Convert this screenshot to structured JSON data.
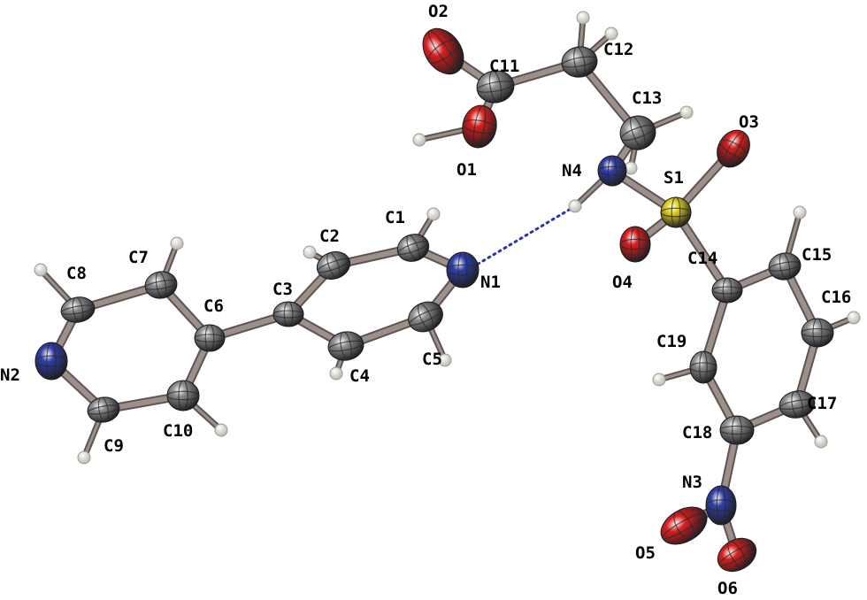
{
  "colors": {
    "background": "#ffffff",
    "carbon": "#8e8e90",
    "nitrogen": "#2f3fa8",
    "oxygen": "#d81e1e",
    "sulfur": "#e2d21c",
    "hydrogen": "#e8e8e2",
    "bond": "#9d8f8a",
    "bond_dark": "#5e5452",
    "hbond": "#2a35a8",
    "label": "#000000"
  },
  "molecule": {
    "atoms": [
      {
        "id": "C1",
        "label": "C1",
        "element": "carbon"
      },
      {
        "id": "C2",
        "label": "C2",
        "element": "carbon"
      },
      {
        "id": "C3",
        "label": "C3",
        "element": "carbon"
      },
      {
        "id": "C4",
        "label": "C4",
        "element": "carbon"
      },
      {
        "id": "C5",
        "label": "C5",
        "element": "carbon"
      },
      {
        "id": "C6",
        "label": "C6",
        "element": "carbon"
      },
      {
        "id": "C7",
        "label": "C7",
        "element": "carbon"
      },
      {
        "id": "C8",
        "label": "C8",
        "element": "carbon"
      },
      {
        "id": "C9",
        "label": "C9",
        "element": "carbon"
      },
      {
        "id": "C10",
        "label": "C10",
        "element": "carbon"
      },
      {
        "id": "C11",
        "label": "C11",
        "element": "carbon"
      },
      {
        "id": "C12",
        "label": "C12",
        "element": "carbon"
      },
      {
        "id": "C13",
        "label": "C13",
        "element": "carbon"
      },
      {
        "id": "C14",
        "label": "C14",
        "element": "carbon"
      },
      {
        "id": "C15",
        "label": "C15",
        "element": "carbon"
      },
      {
        "id": "C16",
        "label": "C16",
        "element": "carbon"
      },
      {
        "id": "C17",
        "label": "C17",
        "element": "carbon"
      },
      {
        "id": "C18",
        "label": "C18",
        "element": "carbon"
      },
      {
        "id": "C19",
        "label": "C19",
        "element": "carbon"
      },
      {
        "id": "N1",
        "label": "N1",
        "element": "nitrogen"
      },
      {
        "id": "N2",
        "label": "N2",
        "element": "nitrogen"
      },
      {
        "id": "N3",
        "label": "N3",
        "element": "nitrogen"
      },
      {
        "id": "N4",
        "label": "N4",
        "element": "nitrogen"
      },
      {
        "id": "O1",
        "label": "O1",
        "element": "oxygen"
      },
      {
        "id": "O2",
        "label": "O2",
        "element": "oxygen"
      },
      {
        "id": "O3",
        "label": "O3",
        "element": "oxygen"
      },
      {
        "id": "O4",
        "label": "O4",
        "element": "oxygen"
      },
      {
        "id": "O5",
        "label": "O5",
        "element": "oxygen"
      },
      {
        "id": "O6",
        "label": "O6",
        "element": "oxygen"
      },
      {
        "id": "S1",
        "label": "S1",
        "element": "sulfur"
      },
      {
        "id": "H1",
        "label": "",
        "element": "hydrogen"
      },
      {
        "id": "H2",
        "label": "",
        "element": "hydrogen"
      },
      {
        "id": "H4",
        "label": "",
        "element": "hydrogen"
      },
      {
        "id": "H5",
        "label": "",
        "element": "hydrogen"
      },
      {
        "id": "H7",
        "label": "",
        "element": "hydrogen"
      },
      {
        "id": "H8",
        "label": "",
        "element": "hydrogen"
      },
      {
        "id": "H9",
        "label": "",
        "element": "hydrogen"
      },
      {
        "id": "H10",
        "label": "",
        "element": "hydrogen"
      },
      {
        "id": "H12a",
        "label": "",
        "element": "hydrogen"
      },
      {
        "id": "H12b",
        "label": "",
        "element": "hydrogen"
      },
      {
        "id": "H13a",
        "label": "",
        "element": "hydrogen"
      },
      {
        "id": "H13b",
        "label": "",
        "element": "hydrogen"
      },
      {
        "id": "HO1",
        "label": "",
        "element": "hydrogen"
      },
      {
        "id": "HN4",
        "label": "",
        "element": "hydrogen"
      },
      {
        "id": "H15",
        "label": "",
        "element": "hydrogen"
      },
      {
        "id": "H16",
        "label": "",
        "element": "hydrogen"
      },
      {
        "id": "H17",
        "label": "",
        "element": "hydrogen"
      },
      {
        "id": "H19",
        "label": "",
        "element": "hydrogen"
      }
    ],
    "bonds": [
      [
        "C1",
        "C2"
      ],
      [
        "C2",
        "C3"
      ],
      [
        "C3",
        "C4"
      ],
      [
        "C4",
        "C5"
      ],
      [
        "C5",
        "N1"
      ],
      [
        "N1",
        "C1"
      ],
      [
        "C3",
        "C6"
      ],
      [
        "C6",
        "C7"
      ],
      [
        "C7",
        "C8"
      ],
      [
        "C8",
        "N2"
      ],
      [
        "N2",
        "C9"
      ],
      [
        "C9",
        "C10"
      ],
      [
        "C10",
        "C6"
      ],
      [
        "C11",
        "O2"
      ],
      [
        "C11",
        "O1"
      ],
      [
        "C11",
        "C12"
      ],
      [
        "C12",
        "C13"
      ],
      [
        "C13",
        "N4"
      ],
      [
        "N4",
        "S1"
      ],
      [
        "S1",
        "O3"
      ],
      [
        "S1",
        "O4"
      ],
      [
        "S1",
        "C14"
      ],
      [
        "C14",
        "C15"
      ],
      [
        "C15",
        "C16"
      ],
      [
        "C16",
        "C17"
      ],
      [
        "C17",
        "C18"
      ],
      [
        "C18",
        "C19"
      ],
      [
        "C19",
        "C14"
      ],
      [
        "C18",
        "N3"
      ],
      [
        "N3",
        "O5"
      ],
      [
        "N3",
        "O6"
      ],
      [
        "C1",
        "H1"
      ],
      [
        "C2",
        "H2"
      ],
      [
        "C4",
        "H4"
      ],
      [
        "C5",
        "H5"
      ],
      [
        "C7",
        "H7"
      ],
      [
        "C8",
        "H8"
      ],
      [
        "C9",
        "H9"
      ],
      [
        "C10",
        "H10"
      ],
      [
        "C12",
        "H12a"
      ],
      [
        "C12",
        "H12b"
      ],
      [
        "C13",
        "H13a"
      ],
      [
        "C13",
        "H13b"
      ],
      [
        "O1",
        "HO1"
      ],
      [
        "N4",
        "HN4"
      ],
      [
        "C15",
        "H15"
      ],
      [
        "C16",
        "H16"
      ],
      [
        "C17",
        "H17"
      ],
      [
        "C19",
        "H19"
      ]
    ],
    "hydrogen_bonds": [
      [
        "HN4",
        "N1"
      ]
    ]
  }
}
